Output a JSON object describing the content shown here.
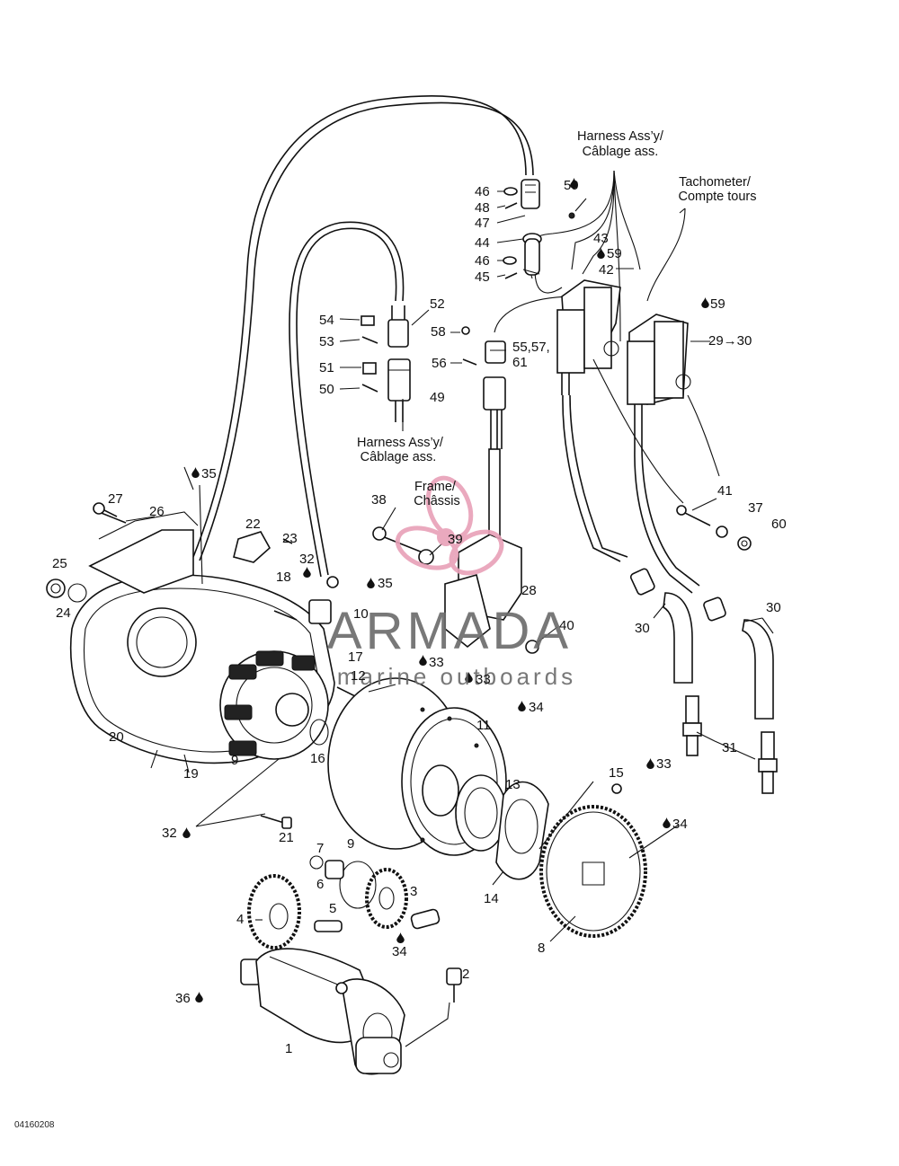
{
  "labels": [
    {
      "id": "p46a",
      "text": "46"
    },
    {
      "id": "p48",
      "text": "48"
    },
    {
      "id": "p47",
      "text": "47"
    },
    {
      "id": "p44",
      "text": "44"
    },
    {
      "id": "p46b",
      "text": "46"
    },
    {
      "id": "p45",
      "text": "45"
    },
    {
      "id": "p59a",
      "text": "59"
    },
    {
      "id": "p43",
      "text": "43"
    },
    {
      "id": "p59b",
      "text": "59"
    },
    {
      "id": "p42",
      "text": "42"
    },
    {
      "id": "p59c",
      "text": "59"
    },
    {
      "id": "p52",
      "text": "52"
    },
    {
      "id": "p54",
      "text": "54"
    },
    {
      "id": "p53",
      "text": "53"
    },
    {
      "id": "p51",
      "text": "51"
    },
    {
      "id": "p50",
      "text": "50"
    },
    {
      "id": "p49",
      "text": "49"
    },
    {
      "id": "p58",
      "text": "58"
    },
    {
      "id": "p555761a",
      "text": "55,57,"
    },
    {
      "id": "p555761b",
      "text": "61"
    },
    {
      "id": "p56",
      "text": "56"
    },
    {
      "id": "p2930",
      "text": "29→30"
    },
    {
      "id": "p41",
      "text": "41"
    },
    {
      "id": "p37",
      "text": "37"
    },
    {
      "id": "p60",
      "text": "60"
    },
    {
      "id": "p38",
      "text": "38"
    },
    {
      "id": "p39",
      "text": "39"
    },
    {
      "id": "p28",
      "text": "28"
    },
    {
      "id": "p40",
      "text": "40"
    },
    {
      "id": "p30a",
      "text": "30"
    },
    {
      "id": "p30b",
      "text": "30"
    },
    {
      "id": "p31",
      "text": "31"
    },
    {
      "id": "p35a",
      "text": "35"
    },
    {
      "id": "p27",
      "text": "27"
    },
    {
      "id": "p26",
      "text": "26"
    },
    {
      "id": "p22",
      "text": "22"
    },
    {
      "id": "p23",
      "text": "23"
    },
    {
      "id": "p32a",
      "text": "32"
    },
    {
      "id": "p18",
      "text": "18"
    },
    {
      "id": "p35b",
      "text": "35"
    },
    {
      "id": "p25",
      "text": "25"
    },
    {
      "id": "p24",
      "text": "24"
    },
    {
      "id": "p10",
      "text": "10"
    },
    {
      "id": "p17",
      "text": "17"
    },
    {
      "id": "p12",
      "text": "12"
    },
    {
      "id": "p33a",
      "text": "33"
    },
    {
      "id": "p33b",
      "text": "33"
    },
    {
      "id": "p20",
      "text": "20"
    },
    {
      "id": "p19",
      "text": "19"
    },
    {
      "id": "p9a",
      "text": "9"
    },
    {
      "id": "p16",
      "text": "16"
    },
    {
      "id": "p11",
      "text": "11"
    },
    {
      "id": "p34a",
      "text": "34"
    },
    {
      "id": "p13",
      "text": "13"
    },
    {
      "id": "p15",
      "text": "15"
    },
    {
      "id": "p33c",
      "text": "33"
    },
    {
      "id": "p32b",
      "text": "32"
    },
    {
      "id": "p21",
      "text": "21"
    },
    {
      "id": "p9b",
      "text": "9"
    },
    {
      "id": "p7",
      "text": "7"
    },
    {
      "id": "p6",
      "text": "6"
    },
    {
      "id": "p5",
      "text": "5"
    },
    {
      "id": "p3",
      "text": "3"
    },
    {
      "id": "p4",
      "text": "4"
    },
    {
      "id": "p14",
      "text": "14"
    },
    {
      "id": "p34b",
      "text": "34"
    },
    {
      "id": "p8",
      "text": "8"
    },
    {
      "id": "p34c",
      "text": "34"
    },
    {
      "id": "p2",
      "text": "2"
    },
    {
      "id": "p36",
      "text": "36"
    },
    {
      "id": "p1",
      "text": "1"
    }
  ],
  "annotations": {
    "harness_top_1": "Harness Ass’y/",
    "harness_top_2": "Câblage ass.",
    "tachometer_1": "Tachometer/",
    "tachometer_2": "Compte tours",
    "harness_mid_1": "Harness Ass’y/",
    "harness_mid_2": "Câblage ass.",
    "frame_1": "Frame/",
    "frame_2": "Châssis"
  },
  "watermark": {
    "brand": "ARMADA",
    "tagline": "marine outboards",
    "logo_color": "#e8a0b8"
  },
  "figure_code": "04160208"
}
